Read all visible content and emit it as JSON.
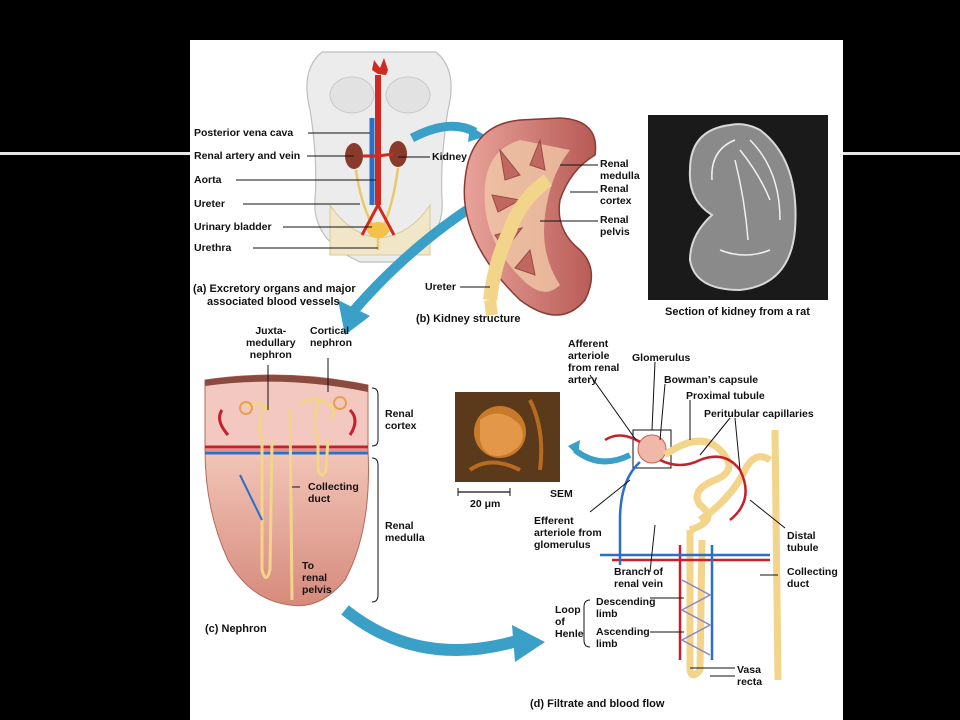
{
  "panel_a": {
    "labels": {
      "posterior_vena_cava": "Posterior vena cava",
      "renal_artery_vein": "Renal artery and vein",
      "aorta": "Aorta",
      "ureter": "Ureter",
      "urinary_bladder": "Urinary bladder",
      "urethra": "Urethra",
      "kidney": "Kidney"
    },
    "caption_line1": "(a) Excretory organs and major",
    "caption_line2": "associated blood vessels"
  },
  "panel_b": {
    "labels": {
      "renal_medulla": "Renal\nmedulla",
      "renal_cortex": "Renal\ncortex",
      "renal_pelvis": "Renal\npelvis",
      "ureter": "Ureter"
    },
    "caption": "(b) Kidney structure",
    "rat_caption": "Section of kidney from a rat"
  },
  "panel_c": {
    "labels": {
      "juxtamedullary": "Juxta-\nmedullary\nnephron",
      "cortical": "Cortical\nnephron",
      "renal_cortex": "Renal\ncortex",
      "collecting_duct": "Collecting\nduct",
      "renal_medulla": "Renal\nmedulla",
      "to_renal_pelvis": "To\nrenal\npelvis"
    },
    "caption": "(c) Nephron"
  },
  "panel_d": {
    "labels": {
      "afferent": "Afferent\narteriole\nfrom renal\nartery",
      "glomerulus": "Glomerulus",
      "bowmans": "Bowman’s capsule",
      "proximal": "Proximal tubule",
      "peritubular": "Peritubular capillaries",
      "sem": "SEM",
      "scale": "20 μm",
      "efferent": "Efferent\narteriole from\nglomerulus",
      "distal": "Distal\ntubule",
      "branch_vein": "Branch of\nrenal vein",
      "collecting_duct": "Collecting\nduct",
      "loop_of_henle": "Loop\nof\nHenle",
      "descending": "Descending\nlimb",
      "ascending": "Ascending\nlimb",
      "vasa_recta": "Vasa\nrecta"
    },
    "caption": "(d) Filtrate and blood flow"
  },
  "colors": {
    "artery": "#c8202a",
    "vein": "#2a6fc8",
    "tubule": "#f2d48a",
    "tissue": "#d98a7a",
    "arrow": "#3aa0c8"
  }
}
